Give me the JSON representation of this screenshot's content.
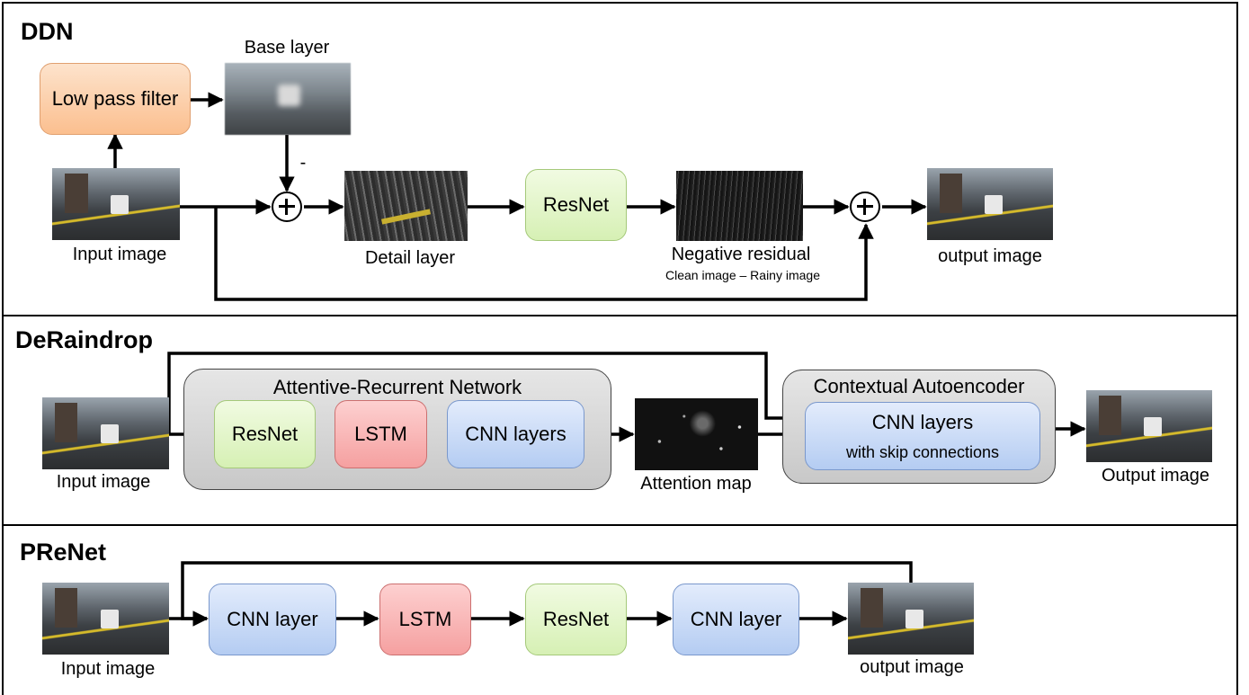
{
  "ddn": {
    "title": "DDN",
    "low_pass_filter": "Low pass filter",
    "base_layer": "Base layer",
    "minus_sign": "-",
    "input_image": "Input image",
    "detail_layer": "Detail layer",
    "resnet": "ResNet",
    "negative_residual": "Negative residual",
    "residual_formula": "Clean image – Rainy image",
    "output_image": "output image"
  },
  "deraindrop": {
    "title": "DeRaindrop",
    "input_image": "Input image",
    "arn_title": "Attentive-Recurrent Network",
    "resnet": "ResNet",
    "lstm": "LSTM",
    "cnn_layers": "CNN layers",
    "attention_map": "Attention map",
    "ca_title": "Contextual Autoencoder",
    "ca_cnn_layers": "CNN layers",
    "ca_skip": "with skip connections",
    "output_image": "Output image"
  },
  "prenet": {
    "title": "PReNet",
    "input_image": "Input image",
    "cnn_layer_1": "CNN layer",
    "lstm": "LSTM",
    "resnet": "ResNet",
    "cnn_layer_2": "CNN layer",
    "output_image": "output image"
  }
}
